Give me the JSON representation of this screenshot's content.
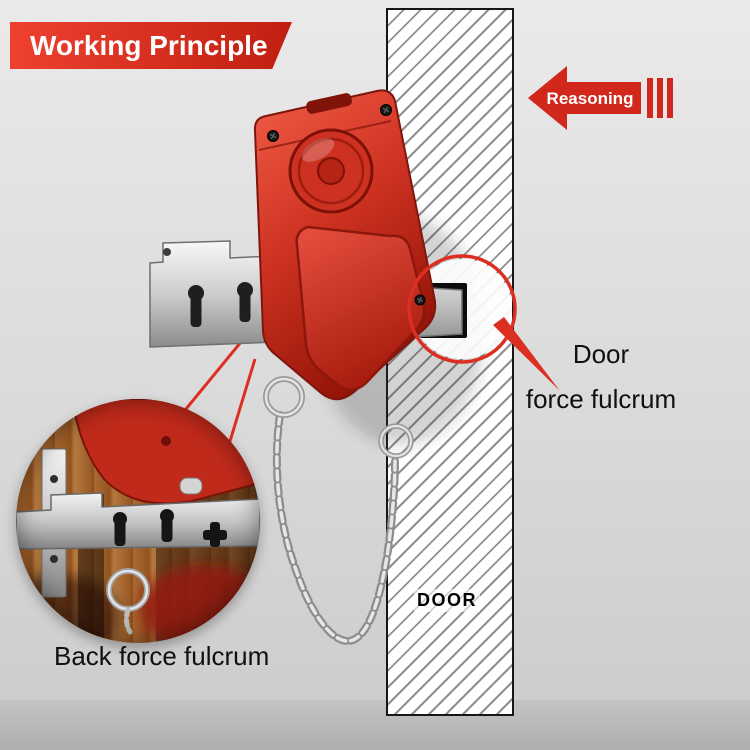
{
  "banner": {
    "title": "Working Principle"
  },
  "reasoning_arrow": {
    "label": "Reasoning"
  },
  "door": {
    "label": "DOOR"
  },
  "annotations": {
    "door_fulcrum": {
      "line1": "Door",
      "line2": "force fulcrum"
    },
    "back_fulcrum": {
      "label": "Back force fulcrum"
    }
  },
  "colors": {
    "accent_red": "#d2281c",
    "banner_red_top": "#ef4130",
    "banner_red_bottom": "#bf1f10",
    "lock_red": "#cf3322",
    "metal_silver": "#cdcdcd",
    "door_hatch_gray": "#8f8f8f",
    "wood_brown": "#9c5c27",
    "background_gray": "#d9d9d9",
    "text_black": "#101010",
    "text_white": "#ffffff"
  },
  "icons": {
    "reasoning_arrow": "left-arrow-icon",
    "speed_bars": "motion-bars-icon",
    "magnified_inset": "zoom-detail-circle",
    "chain": "security-chain",
    "key_rings": "key-ring",
    "annotation_circle": "highlight-circle",
    "pointer_wedge": "callout-pointer"
  }
}
